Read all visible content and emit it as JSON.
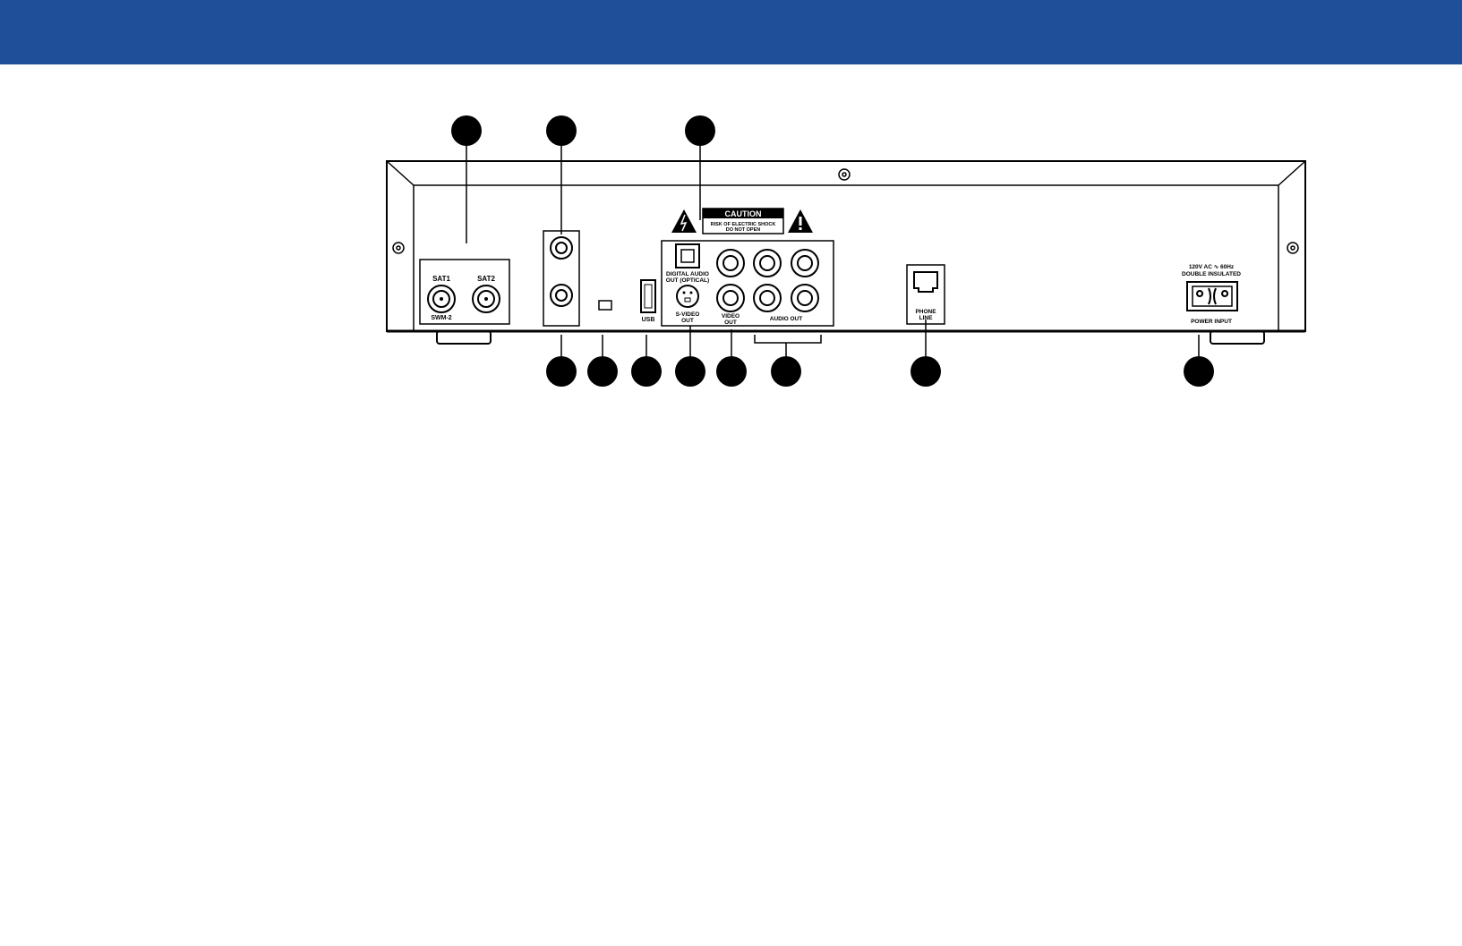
{
  "header": {
    "color": "#1f4f99"
  },
  "panel": {
    "caution_title": "CAUTION",
    "caution_line1": "RISK OF ELECTRIC SHOCK",
    "caution_line2": "DO NOT OPEN",
    "sat1": "SAT1",
    "sat2": "SAT2",
    "swm": "SWM-2",
    "usb": "USB",
    "digital_audio_1": "DIGITAL AUDIO",
    "digital_audio_2": "OUT (OPTICAL)",
    "svideo_1": "S-VIDEO",
    "svideo_2": "OUT",
    "video_1": "VIDEO",
    "video_2": "OUT",
    "audio_out": "AUDIO OUT",
    "phone_1": "PHONE",
    "phone_2": "LINE",
    "power_rating_1": "120V AC ∿ 60Hz",
    "power_rating_2": "DOUBLE INSULATED",
    "power_input": "POWER INPUT"
  },
  "callout_icon": "numbered-callout-circle",
  "warning_icon": "electric-shock-warning-triangle",
  "colors": {
    "line": "#000000",
    "callout": "#000000",
    "background": "#ffffff"
  }
}
